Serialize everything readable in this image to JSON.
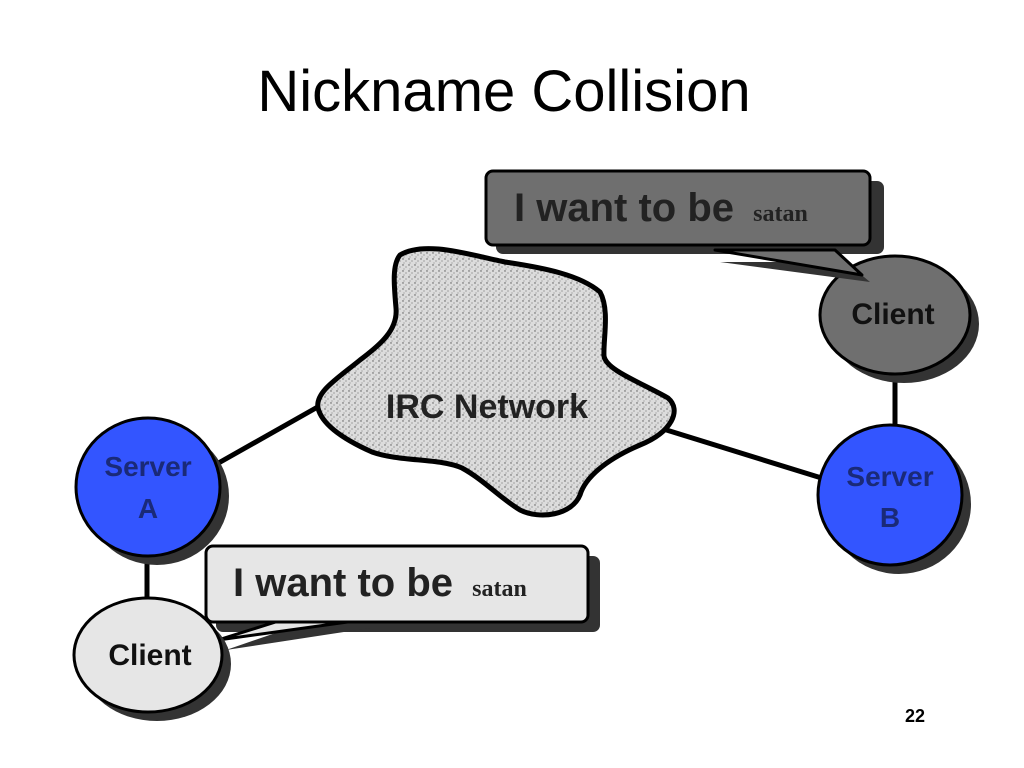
{
  "slide": {
    "title": "Nickname Collision",
    "page_number": "22"
  },
  "network": {
    "label": "IRC Network"
  },
  "server_a": {
    "line1": "Server",
    "line2": "A"
  },
  "server_b": {
    "line1": "Server",
    "line2": "B"
  },
  "client_a": {
    "label": "Client",
    "speech_text": "I want to be",
    "nickname": "satan"
  },
  "client_b": {
    "label": "Client",
    "speech_text": "I want to be",
    "nickname": "satan"
  },
  "colors": {
    "server_fill": "#3355ff",
    "server_text": "#1a2a78",
    "client_a_fill": "#e6e6e6",
    "client_b_fill": "#6f6f6f",
    "speech_a_fill": "#e6e6e6",
    "speech_b_fill": "#6f6f6f",
    "cloud_fill": "#dcdcdc",
    "shadow": "#333333",
    "outline": "#000000"
  }
}
